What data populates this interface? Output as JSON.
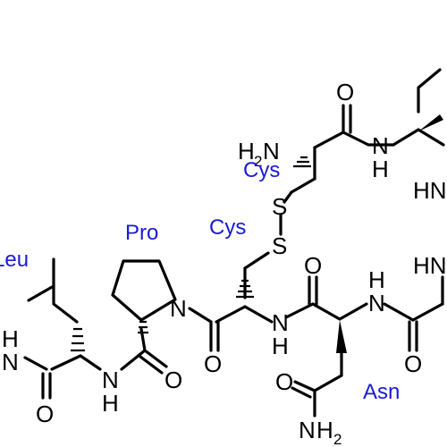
{
  "colors": {
    "bond": "#000000",
    "atom_label": "#000000",
    "residue_label": "#1a1ad6",
    "background": "#ffffff"
  },
  "residues": {
    "cys1": "Cys",
    "cys6": "Cys",
    "pro": "Pro",
    "leu": "Leu",
    "asn": "Asn"
  },
  "atoms": {
    "n_terminus": "H",
    "n_terminus_sub": "2",
    "n_terminus_n": "N",
    "amide_nh_top": "N",
    "amide_nh_top_h": "H",
    "hn_right_top": "HN",
    "hn_right_mid": "HN",
    "o_top": "O",
    "s1": "S",
    "s2": "S",
    "o_asn_carbonyl": "O",
    "nh_asn_left": "N",
    "nh_asn_left_h": "H",
    "nh_asn_right": "N",
    "nh_asn_right_h": "H",
    "o_right_bottom": "O",
    "n_pro": "N",
    "o_cys6": "O",
    "o_pro": "O",
    "nh_leu": "N",
    "nh_leu_h": "H",
    "o_leu": "O",
    "o_asn_side": "O",
    "asn_amide_n": "N",
    "asn_amide_h": "H",
    "asn_amide_sub": "2",
    "leu_left_nh_h": "H",
    "leu_left_n": "N"
  }
}
